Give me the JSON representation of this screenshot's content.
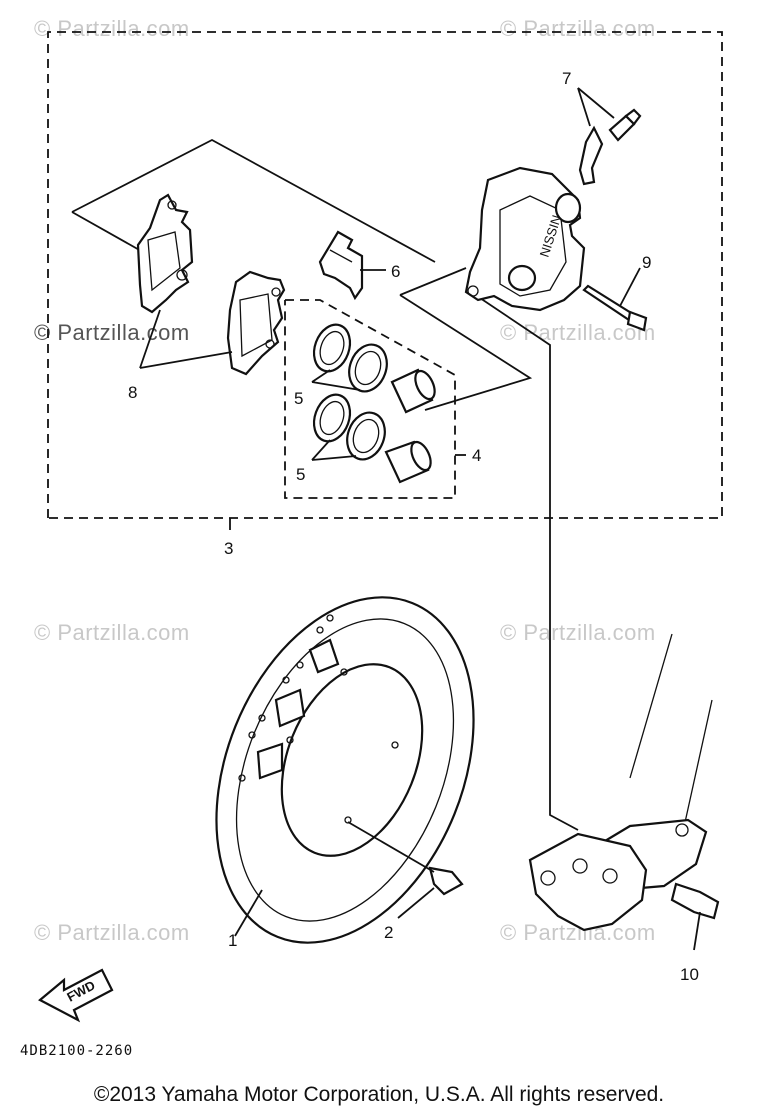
{
  "watermark": {
    "text_full": "© Partzilla.com",
    "text_short": "Partzilla.com"
  },
  "callouts": {
    "c1": "1",
    "c2": "2",
    "c3": "3",
    "c4": "4",
    "c5a": "5",
    "c5b": "5",
    "c6": "6",
    "c7": "7",
    "c8": "8",
    "c9": "9",
    "c10": "10"
  },
  "fwd_label": "FWD",
  "caliper_brand": "NISSIN",
  "diagram_code": "4DB2100-2260",
  "copyright": "©2013  Yamaha Motor Corporation, U.S.A. All rights reserved."
}
